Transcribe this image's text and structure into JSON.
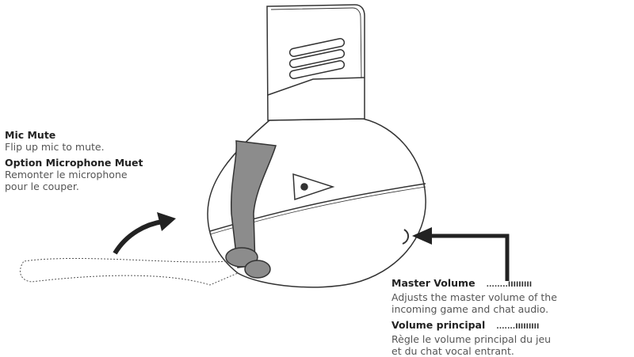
{
  "mic_mute": {
    "title_en": "Mic Mute",
    "desc_en": "Flip up mic to mute.",
    "title_fr": "Option Microphone Muet",
    "desc_fr_1": "Remonter le microphone",
    "desc_fr_2": "pour le couper."
  },
  "master_volume": {
    "title_en": "Master Volume",
    "bars_en": "........IIIIIIIII",
    "desc_en_1": "Adjusts the master volume of the",
    "desc_en_2": "incoming game and chat audio.",
    "title_fr": "Volume principal",
    "bars_fr": ".......IIIIIIIII",
    "desc_fr_1": "Règle le volume principal du jeu",
    "desc_fr_2": "et du chat vocal entrant."
  },
  "colors": {
    "line": "#333333",
    "mic_boom": "#8c8c8c",
    "text": "#555555"
  }
}
